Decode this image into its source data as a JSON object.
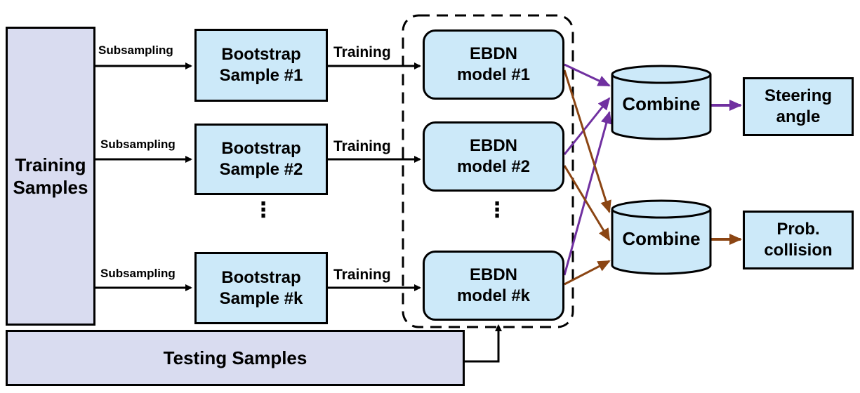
{
  "nodes": {
    "training_samples": "Training\nSamples",
    "testing_samples": "Testing Samples",
    "bootstrap_1": "Bootstrap\nSample #1",
    "bootstrap_2": "Bootstrap\nSample #2",
    "bootstrap_k": "Bootstrap\nSample #k",
    "model_1": "EBDN\nmodel #1",
    "model_2": "EBDN\nmodel #2",
    "model_k": "EBDN\nmodel #k",
    "combine_top": "Combine",
    "combine_bottom": "Combine",
    "steering_angle": "Steering\nangle",
    "prob_collision": "Prob.\ncollision"
  },
  "edges": {
    "subsampling_1": "Subsampling",
    "subsampling_2": "Subsampling",
    "subsampling_k": "Subsampling",
    "training_1": "Training",
    "training_2": "Training",
    "training_k": "Training"
  },
  "ellipsis": {
    "bootstrap_dots": "⋮",
    "model_dots": "⋮"
  },
  "colors": {
    "training_box": "#d9dcf0",
    "node_fill": "#cce9f9",
    "steering_arrow": "#7030a0",
    "collision_arrow": "#8b4513",
    "outline": "#000000"
  }
}
